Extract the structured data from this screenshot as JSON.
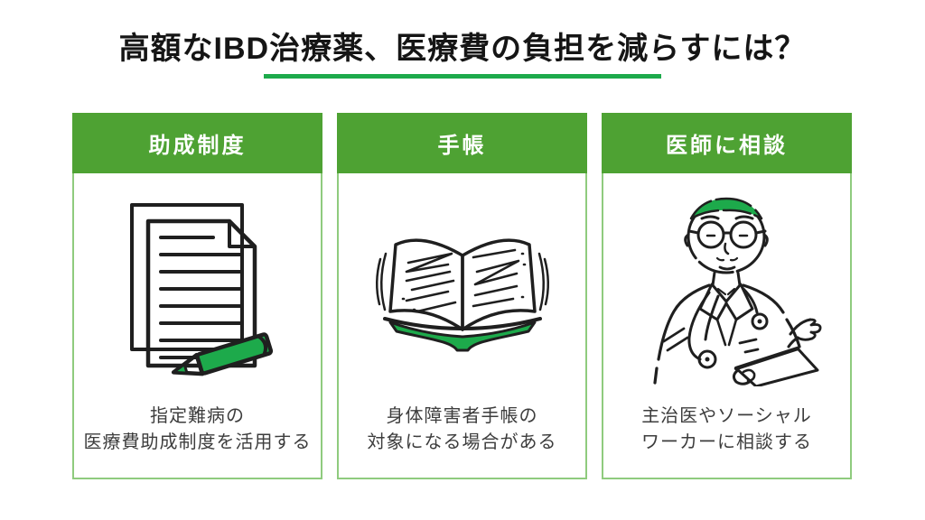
{
  "slide": {
    "title": "高額なIBD治療薬、医療費の負担を減らすには？"
  },
  "colors": {
    "accent_green": "#1daa4b",
    "header_green": "#4ea233",
    "border_green": "#8fcb7e",
    "paper_gray": "#d8d8d8",
    "ink": "#1f1f1f"
  },
  "cards": [
    {
      "header": "助成制度",
      "illustration": "document-and-pencil",
      "caption_line1": "指定難病の",
      "caption_line2": "医療費助成制度を活用する"
    },
    {
      "header": "手帳",
      "illustration": "open-book",
      "caption_line1": "身体障害者手帳の",
      "caption_line2": "対象になる場合がある"
    },
    {
      "header": "医師に相談",
      "illustration": "doctor-with-clipboard",
      "caption_line1": "主治医やソーシャル",
      "caption_line2": "ワーカーに相談する"
    }
  ]
}
